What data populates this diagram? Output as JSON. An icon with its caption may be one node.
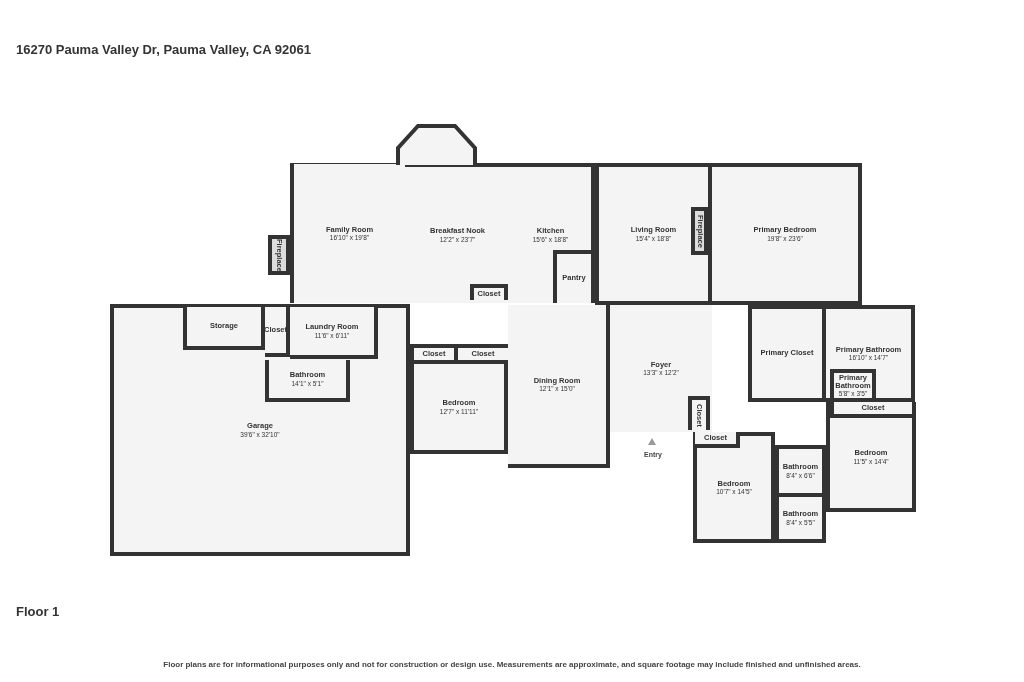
{
  "diagram": {
    "title": "16270 Pauma Valley Dr, Pauma Valley, CA 92061",
    "caption": "Floor plans are for informational purposes only and not for construction or design use. Measurements are approximate, and square footage may include finished and unfinished areas.",
    "nodes": [
      {
        "text": [
          "Family Room",
          "16'10\" x 19'8\""
        ]
      },
      {
        "text": [
          "Fireplace"
        ]
      },
      {
        "text": [
          "Breakfast Nook",
          "12'2\" x 23'7\""
        ]
      },
      {
        "text": [
          "Kitchen",
          "15'6\" x 18'8\""
        ]
      },
      {
        "text": [
          "Pantry"
        ],
        "in": 3
      },
      {
        "text": [
          "Closet"
        ],
        "in": 2
      },
      {
        "text": [
          "Living Room",
          "15'4\" x 18'8\""
        ]
      },
      {
        "text": [
          "Fireplace"
        ],
        "in": 6
      },
      {
        "text": [
          "Primary Bedroom",
          "19'8\" x 23'6\""
        ]
      },
      {
        "text": [
          "Storage"
        ],
        "in": 13
      },
      {
        "text": [
          "Closet"
        ],
        "in": 13
      },
      {
        "text": [
          "Laundry Room",
          "11'6\" x 6'11\""
        ],
        "in": 13
      },
      {
        "text": [
          "Bathroom",
          "14'1\" x 5'1\""
        ],
        "in": 13
      },
      {
        "text": [
          "Garage",
          "39'6\" x 32'10\""
        ]
      },
      {
        "text": [
          "Closet"
        ]
      },
      {
        "text": [
          "Closet"
        ]
      },
      {
        "text": [
          "Bedroom",
          "12'7\" x 11'11\""
        ]
      },
      {
        "text": [
          "Dining Room",
          "12'1\" x 15'0\""
        ]
      },
      {
        "text": [
          "Foyer",
          "13'3\" x 12'2\""
        ]
      },
      {
        "text": [
          "Closet"
        ],
        "in": 18
      },
      {
        "text": [
          "Primary Closet"
        ]
      },
      {
        "text": [
          "Primary Bathroom",
          "16'10\" x 14'7\""
        ]
      },
      {
        "text": [
          "Primary Bathroom",
          "5'8\" x 3'5\""
        ],
        "in": 21
      },
      {
        "text": [
          "Closet"
        ],
        "in": 24
      },
      {
        "text": [
          "Bedroom",
          "10'7\" x 14'5\""
        ]
      },
      {
        "text": [
          "Bathroom",
          "8'4\" x 6'6\""
        ]
      },
      {
        "text": [
          "Bathroom",
          "8'4\" x 5'5\""
        ]
      },
      {
        "text": [
          "Closet"
        ],
        "in": 28
      },
      {
        "text": [
          "Bedroom",
          "11'5\" x 14'4\""
        ]
      }
    ],
    "edges": [],
    "labels": [
      "Floor 1",
      "Entry"
    ]
  }
}
